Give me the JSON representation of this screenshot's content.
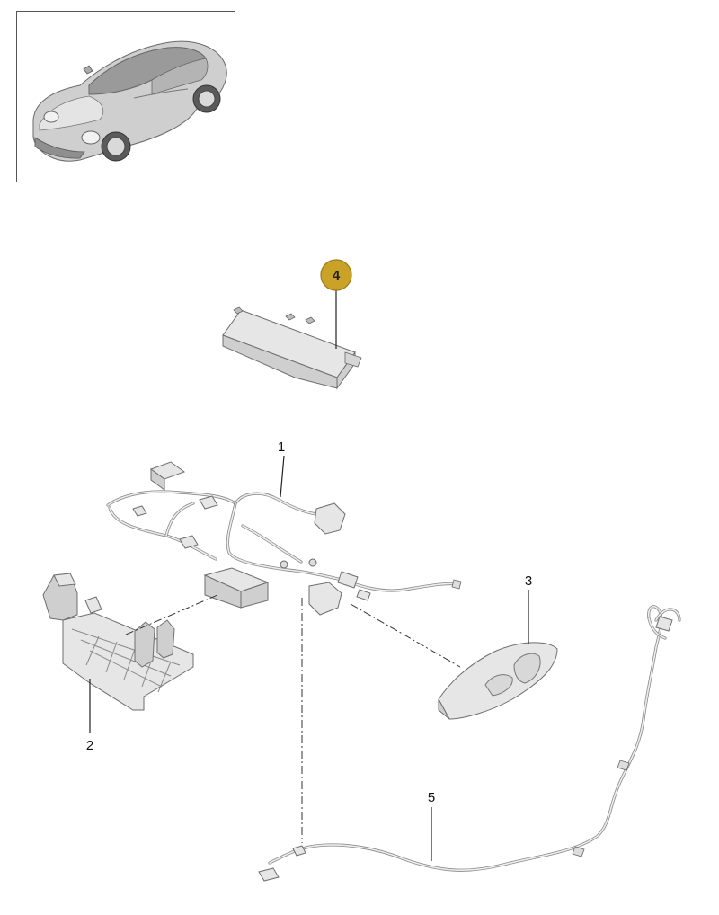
{
  "thumbnail": {
    "icon": "car-icon"
  },
  "callouts": [
    {
      "id": "1",
      "label": "1"
    },
    {
      "id": "2",
      "label": "2"
    },
    {
      "id": "3",
      "label": "3"
    },
    {
      "id": "4",
      "label": "4",
      "highlighted": true,
      "color": "#c9a227"
    },
    {
      "id": "5",
      "label": "5"
    }
  ]
}
